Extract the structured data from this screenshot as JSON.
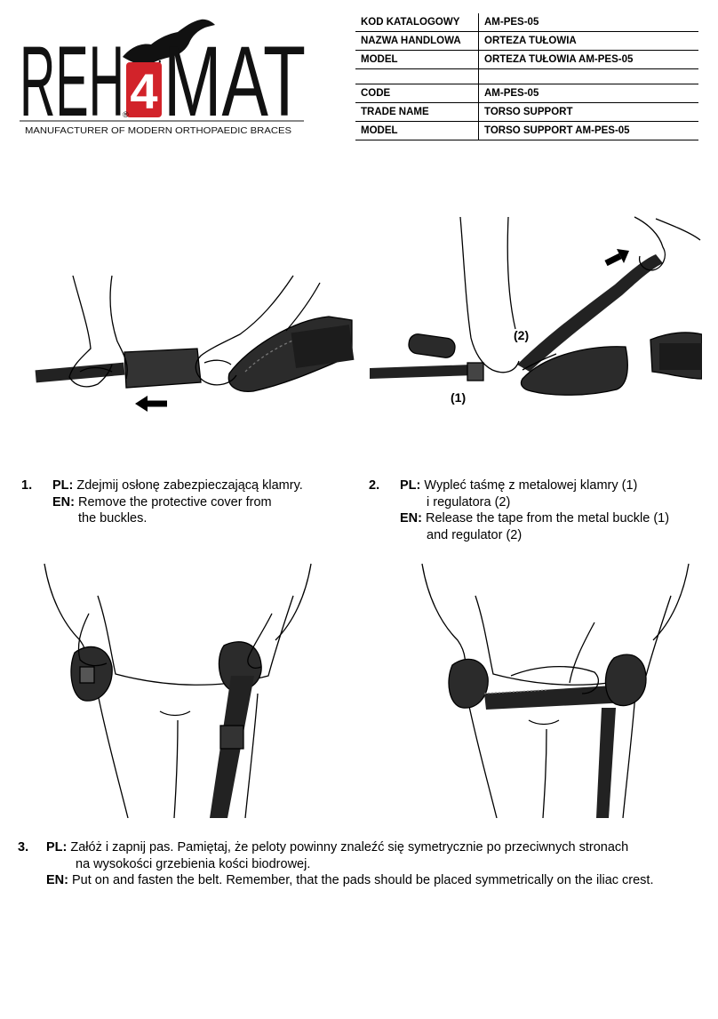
{
  "logo": {
    "text_left": "REH",
    "text_right": "MAT",
    "badge_digit": "4",
    "registered": "®",
    "tagline": "MANUFACTURER OF MODERN ORTHOPAEDIC BRACES"
  },
  "spec": {
    "rows_pl": [
      {
        "key": "KOD KATALOGOWY",
        "value": "AM-PES-05"
      },
      {
        "key": "NAZWA HANDLOWA",
        "value": "ORTEZA TUŁOWIA"
      },
      {
        "key": "MODEL",
        "value": "ORTEZA TUŁOWIA AM-PES-05"
      }
    ],
    "rows_en": [
      {
        "key": "CODE",
        "value": "AM-PES-05"
      },
      {
        "key": "TRADE NAME",
        "value": "TORSO SUPPORT"
      },
      {
        "key": "MODEL",
        "value": "TORSO SUPPORT AM-PES-05"
      }
    ]
  },
  "figure2": {
    "label_1": "(1)",
    "label_2": "(2)"
  },
  "steps": [
    {
      "num": "1.",
      "pl_tag": "PL:",
      "pl": [
        "Zdejmij osłonę zabezpieczającą klamry."
      ],
      "en_tag": "EN:",
      "en": [
        "Remove the protective cover from",
        "the buckles."
      ]
    },
    {
      "num": "2.",
      "pl_tag": "PL:",
      "pl": [
        "Wypleć taśmę z metalowej klamry (1)",
        "i regulatora (2)"
      ],
      "en_tag": "EN:",
      "en": [
        "Release the tape from the metal buckle (1)",
        "and regulator (2)"
      ]
    },
    {
      "num": "3.",
      "pl_tag": "PL:",
      "pl": [
        "Załóż i zapnij pas. Pamiętaj, że peloty powinny znaleźć się symetrycznie po przeciwnych stronach",
        "na wysokości grzebienia kości biodrowej."
      ],
      "en_tag": "EN:",
      "en": [
        "Put on and fasten the belt. Remember, that the pads should be placed symmetrically on the iliac crest."
      ]
    }
  ],
  "colors": {
    "badge_red": "#d2232a",
    "ink": "#000000",
    "pad_dark": "#2b2b2b"
  }
}
